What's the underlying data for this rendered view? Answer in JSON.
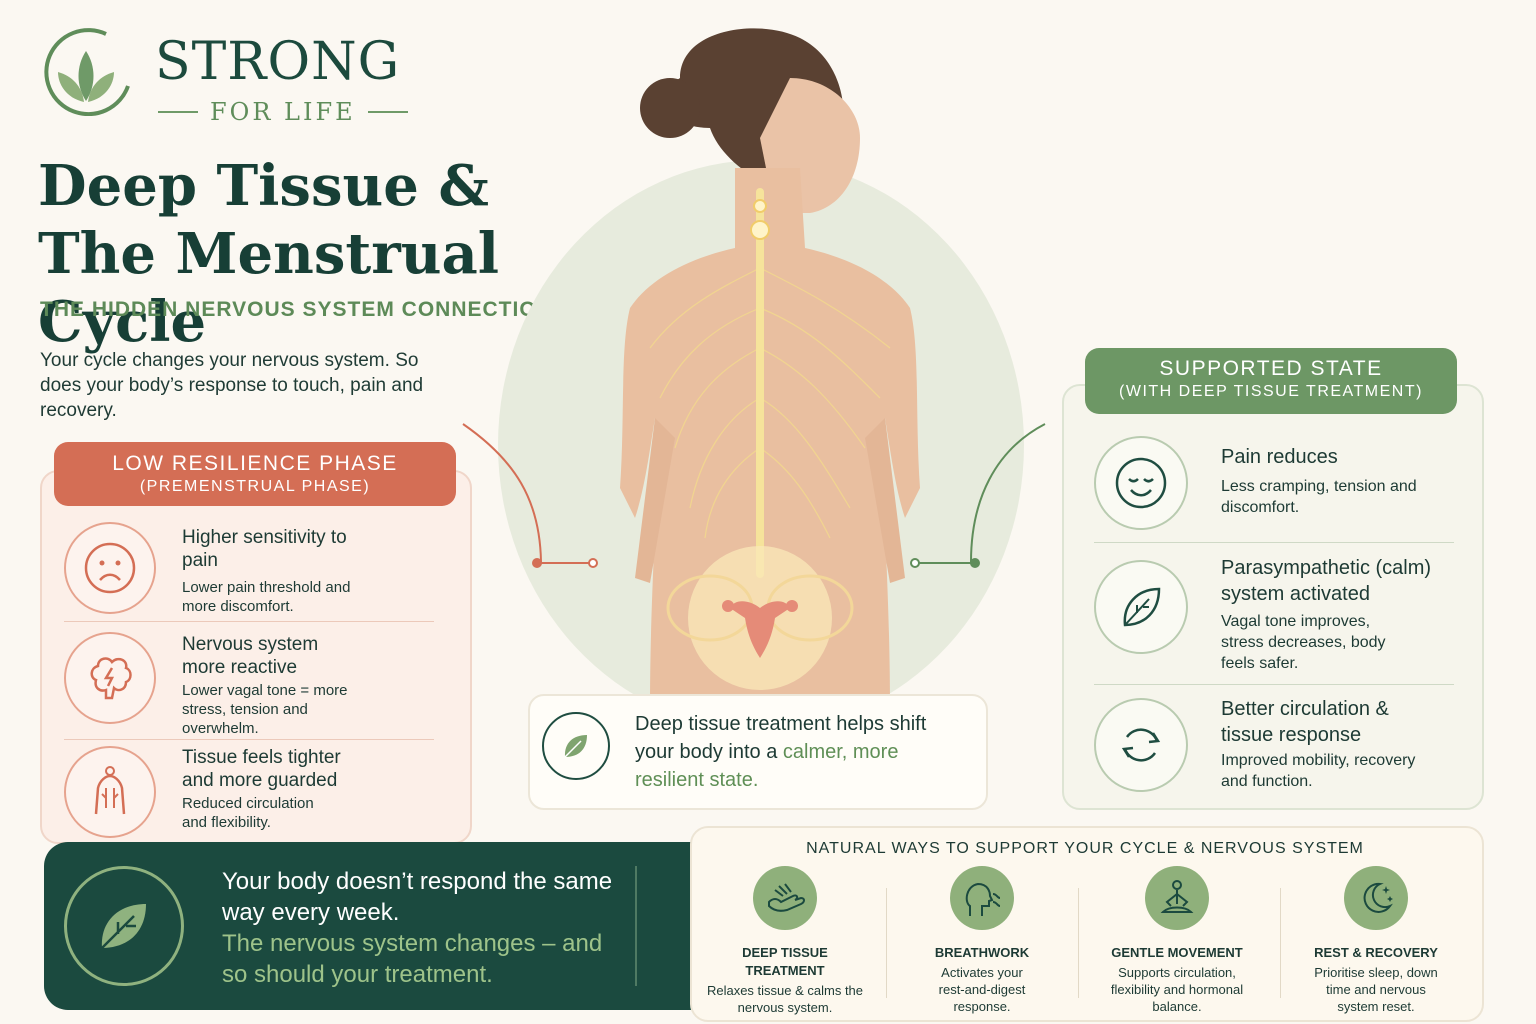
{
  "brand": {
    "name": "STRONG",
    "tagline": "FOR LIFE"
  },
  "header": {
    "title_line1": "Deep Tissue &",
    "title_line2": "The Menstrual Cycle",
    "subtitle": "THE HIDDEN NERVOUS SYSTEM CONNECTION",
    "intro": "Your cycle changes your nervous system. So does your body’s response to touch, pain and recovery."
  },
  "low_phase": {
    "title": "LOW RESILIENCE PHASE",
    "subtitle": "(PREMENSTRUAL PHASE)",
    "items": [
      {
        "title": "Higher sensitivity to pain",
        "desc": "Lower pain threshold and more discomfort.",
        "icon": "sad-face-icon"
      },
      {
        "title": "Nervous system more reactive",
        "desc": "Lower vagal tone = more stress, tension and overwhelm.",
        "icon": "brain-lightning-icon"
      },
      {
        "title": "Tissue feels tighter and more guarded",
        "desc": "Reduced circulation and flexibility.",
        "icon": "back-muscles-icon"
      }
    ]
  },
  "supported": {
    "title": "SUPPORTED STATE",
    "subtitle": "(WITH DEEP TISSUE TREATMENT)",
    "items": [
      {
        "title": "Pain reduces",
        "desc": "Less cramping, tension and discomfort.",
        "icon": "calm-face-icon"
      },
      {
        "title": "Parasympathetic (calm) system activated",
        "desc": "Vagal tone improves, stress decreases, body feels safer.",
        "icon": "leaf-icon"
      },
      {
        "title": "Better circulation & tissue response",
        "desc": "Improved mobility, recovery and function.",
        "icon": "circulation-arrows-icon"
      }
    ]
  },
  "center_callout": {
    "text_a": "Deep tissue treatment helps shift your body into a ",
    "text_b": "calmer, more resilient state."
  },
  "banner": {
    "line1": "Your body doesn’t respond the same way every week.",
    "line2": "The nervous system changes – and so should your treatment."
  },
  "ways": {
    "title": "NATURAL WAYS TO SUPPORT YOUR CYCLE & NERVOUS SYSTEM",
    "items": [
      {
        "title": "DEEP TISSUE TREATMENT",
        "desc": "Relaxes tissue & calms the nervous system.",
        "icon": "hands-icon"
      },
      {
        "title": "BREATHWORK",
        "desc": "Activates your rest-and-digest response.",
        "icon": "breath-head-icon"
      },
      {
        "title": "GENTLE MOVEMENT",
        "desc": "Supports circulation, flexibility and hormonal balance.",
        "icon": "meditation-icon"
      },
      {
        "title": "REST & RECOVERY",
        "desc": "Prioritise sleep, down time and nervous system reset.",
        "icon": "moon-stars-icon"
      }
    ]
  },
  "colors": {
    "dark_green": "#1b4a3f",
    "sage": "#6d9765",
    "terracotta": "#d46e55"
  }
}
